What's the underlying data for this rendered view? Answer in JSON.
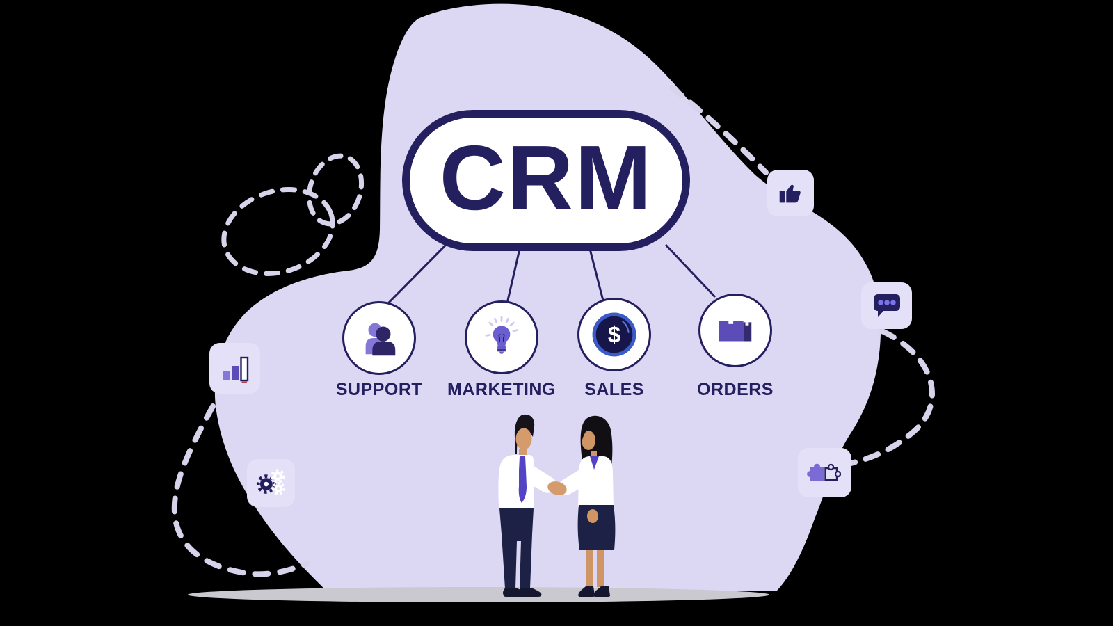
{
  "badge": {
    "label": "CRM"
  },
  "nodes": [
    {
      "label": "SUPPORT",
      "icon": "users-icon"
    },
    {
      "label": "MARKETING",
      "icon": "lightbulb-icon"
    },
    {
      "label": "SALES",
      "icon": "dollar-coin-icon",
      "symbol": "$"
    },
    {
      "label": "ORDERS",
      "icon": "package-icon"
    }
  ],
  "floating_cards": [
    {
      "icon": "thumbs-up-icon"
    },
    {
      "icon": "chat-dots-icon"
    },
    {
      "icon": "bar-chart-icon"
    },
    {
      "icon": "gears-icon"
    },
    {
      "icon": "puzzle-icon"
    }
  ],
  "scene": {
    "figures": [
      "businessman",
      "businesswoman"
    ],
    "action": "handshake"
  },
  "colors": {
    "background": "#000000",
    "blob": "#dcd7f3",
    "navy": "#241f5e",
    "purple": "#6b5ecf",
    "light_purple": "#8477d8",
    "box_purple": "#5b4cb8",
    "box_dark": "#332b6e",
    "card": "#e4e0f7",
    "dash": "#d7d3ea",
    "coin_ring": "#3b5bc8",
    "bubble_dots": "#7b74e8",
    "ground_shadow": "#c9c9cf",
    "skin": "#d49b6d",
    "tie": "#5244c4",
    "suit_navy": "#1c2145"
  }
}
